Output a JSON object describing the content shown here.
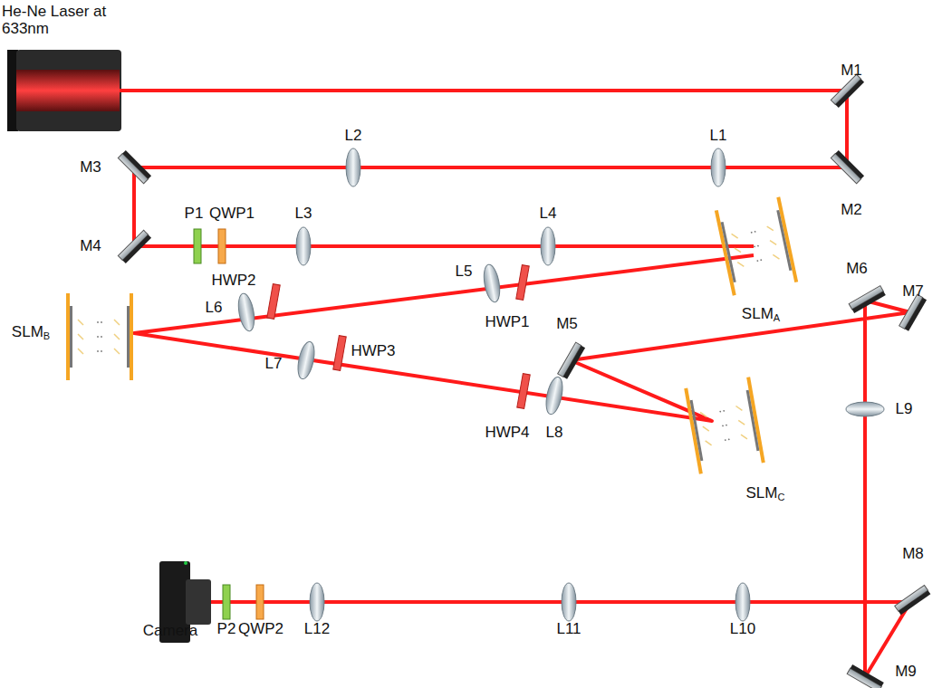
{
  "diagram": {
    "labels": [
      "He-Ne Laser at 633nm",
      "M1",
      "M2",
      "L1",
      "L2",
      "M3",
      "M4",
      "P1",
      "QWP1",
      "L3",
      "L4",
      "SLMA",
      "L5",
      "HWP1",
      "M5",
      "M6",
      "M7",
      "SLMB",
      "L6",
      "HWP2",
      "L7",
      "HWP3",
      "HWP4",
      "L8",
      "SLMC",
      "L9",
      "M8",
      "M9",
      "L10",
      "L11",
      "L12",
      "QWP2",
      "P2",
      "Camera"
    ]
  }
}
